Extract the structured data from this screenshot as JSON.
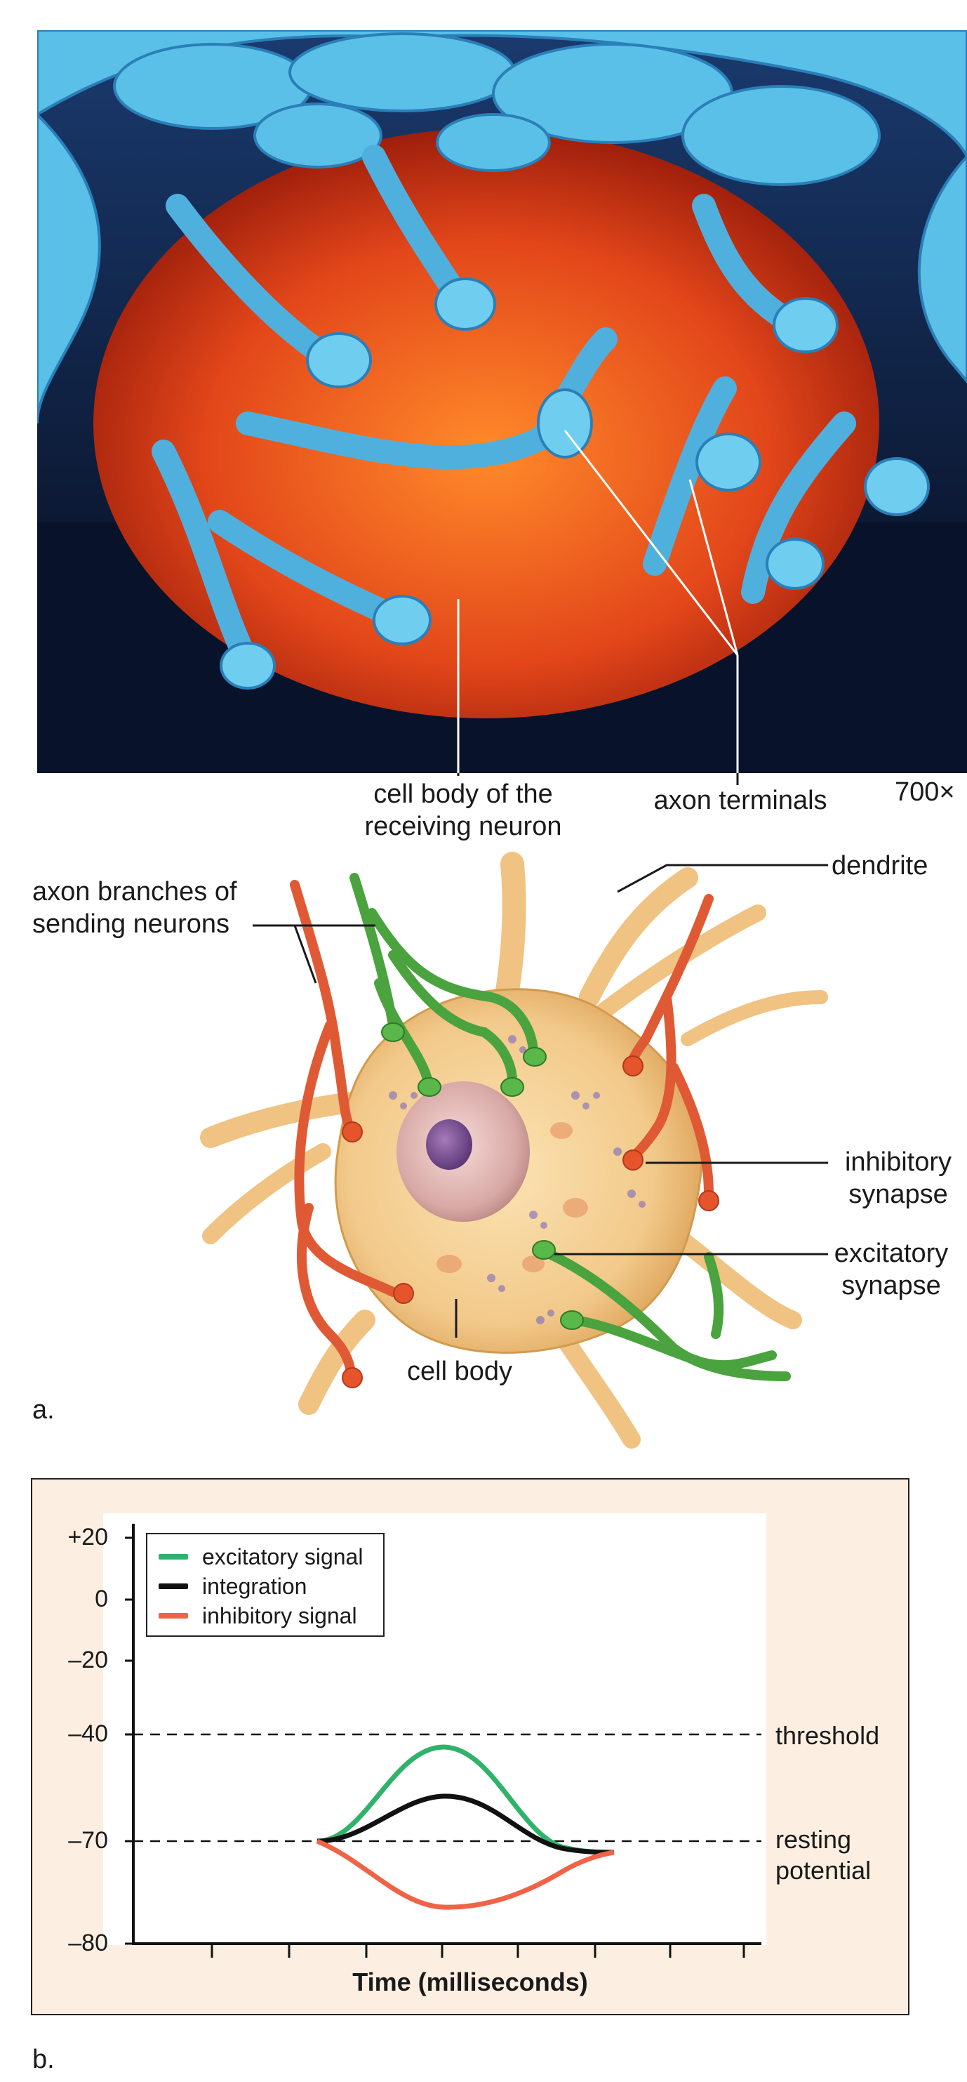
{
  "panel_a": {
    "photo_labels": {
      "cell_body": "cell body of the\nreceiving neuron",
      "axon_terminals": "axon terminals",
      "magnification": "700×"
    },
    "diagram_labels": {
      "axon_branches": "axon branches of\nsending neurons",
      "dendrite": "dendrite",
      "inhibitory_synapse": "inhibitory\nsynapse",
      "excitatory_synapse": "excitatory\nsynapse",
      "cell_body": "cell body"
    },
    "panel_letter": "a."
  },
  "panel_b": {
    "panel_letter": "b.",
    "xlabel": "Time (milliseconds)",
    "yticks": [
      "+20",
      "0",
      "–20",
      "–40",
      "–70",
      "–80"
    ],
    "reference_lines": {
      "threshold": "threshold",
      "resting": "resting\npotential"
    },
    "legend": [
      {
        "label": "excitatory signal",
        "color": "#2fb36b"
      },
      {
        "label": "integration",
        "color": "#111111"
      },
      {
        "label": "inhibitory signal",
        "color": "#ef6347"
      }
    ]
  },
  "colors": {
    "cell_body_orange": "#e85a1c",
    "terminal_blue": "#5bc0e8",
    "excitatory_green": "#3c9a3a",
    "inhibitory_red": "#e05a32",
    "neuron_tan": "#f2c98a",
    "panel_bg": "#fcefe1"
  },
  "icons": {
    "excitatory_legend_line": "green-line-icon",
    "integration_legend_line": "black-line-icon",
    "inhibitory_legend_line": "red-line-icon"
  }
}
